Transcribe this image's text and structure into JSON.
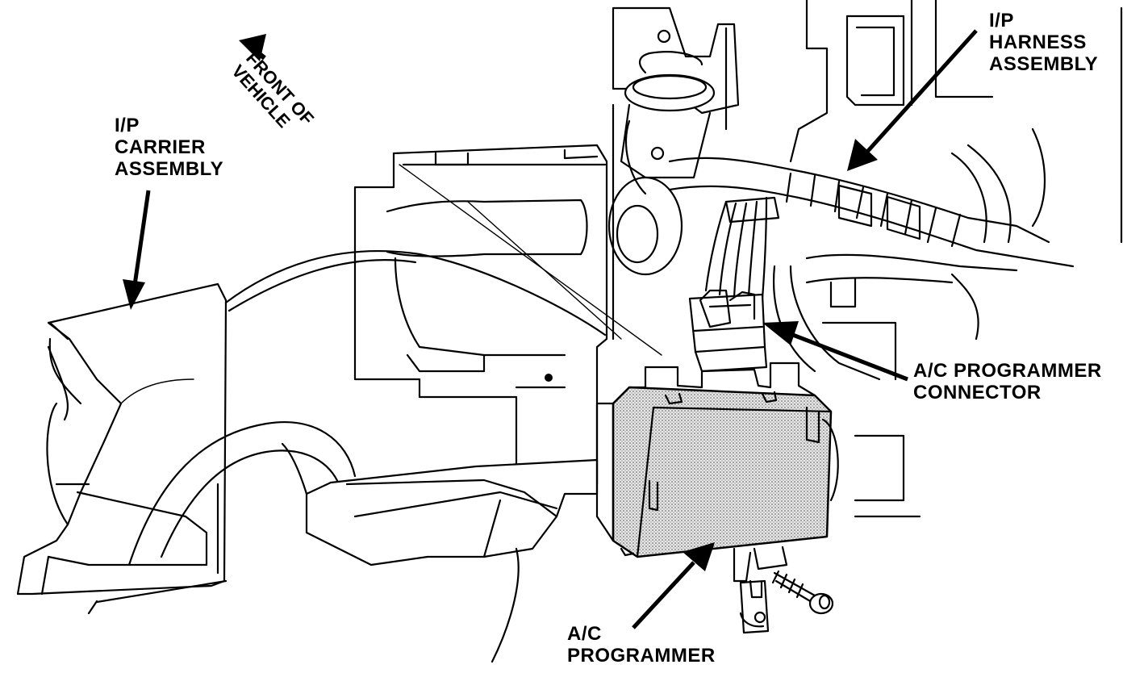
{
  "labels": {
    "front": [
      "FRONT OF",
      "VEHICLE"
    ],
    "carrier": [
      "I/P",
      "CARRIER",
      "ASSEMBLY"
    ],
    "harness": [
      "I/P",
      "HARNESS",
      "ASSEMBLY"
    ],
    "connector": [
      "A/C PROGRAMMER",
      "CONNECTOR"
    ],
    "programmer": [
      "A/C",
      "PROGRAMMER"
    ]
  },
  "colors": {
    "line": "#000000",
    "programmer_fill": "#cfcfcf",
    "background": "#ffffff"
  }
}
